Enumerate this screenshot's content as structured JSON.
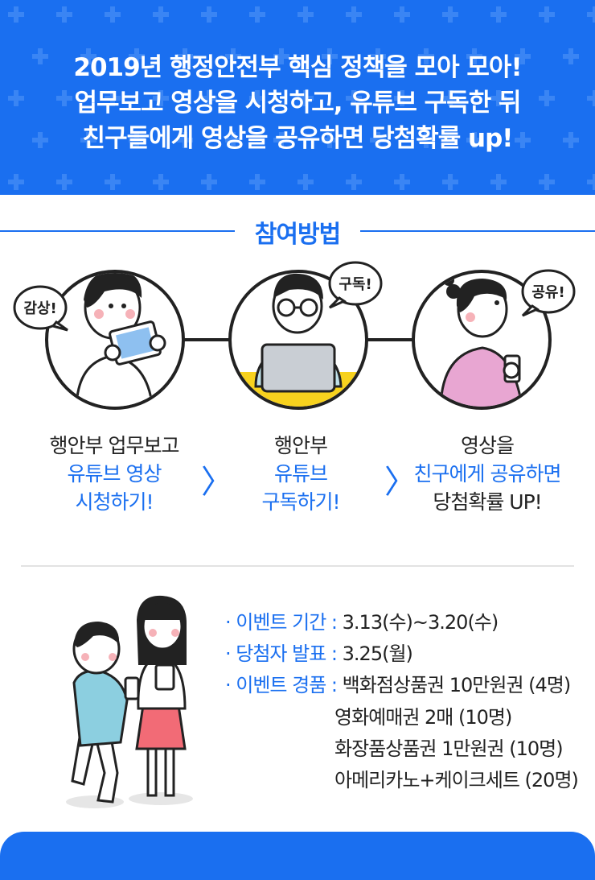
{
  "banner": {
    "line1": "2019년 행정안전부 핵심 정책을 모아 모아!",
    "line2": "업무보고 영상을 시청하고, 유튜브 구독한 뒤",
    "line3": "친구들에게 영상을 공유하면 당첨확률 up!",
    "color": "#1a6ff0"
  },
  "section": {
    "title": "참여방법"
  },
  "steps": [
    {
      "bubble": "감상!",
      "line1": "행안부 업무보고",
      "line2": "유튜브 영상",
      "line3": "시청하기!"
    },
    {
      "bubble": "구독!",
      "line1": "행안부",
      "line2": "유튜브",
      "line3": "구독하기!"
    },
    {
      "bubble": "공유!",
      "line1": "영상을",
      "line2": "친구에게 공유하면",
      "line3": "당첨확률 UP!"
    }
  ],
  "chevrons": [
    "〉",
    "〉"
  ],
  "event": {
    "rows": [
      {
        "label": "· 이벤트 기간 :",
        "value": "3.13(수)~3.20(수)"
      },
      {
        "label": "· 당첨자 발표 :",
        "value": "3.25(월)"
      },
      {
        "label": "· 이벤트 경품 :",
        "value": "백화점상품권 10만원권 (4명)"
      }
    ],
    "extra_prizes": [
      "영화예매권 2매 (10명)",
      "화장품상품권 1만원권 (10명)",
      "아메리카노+케이크세트 (20명)"
    ]
  }
}
